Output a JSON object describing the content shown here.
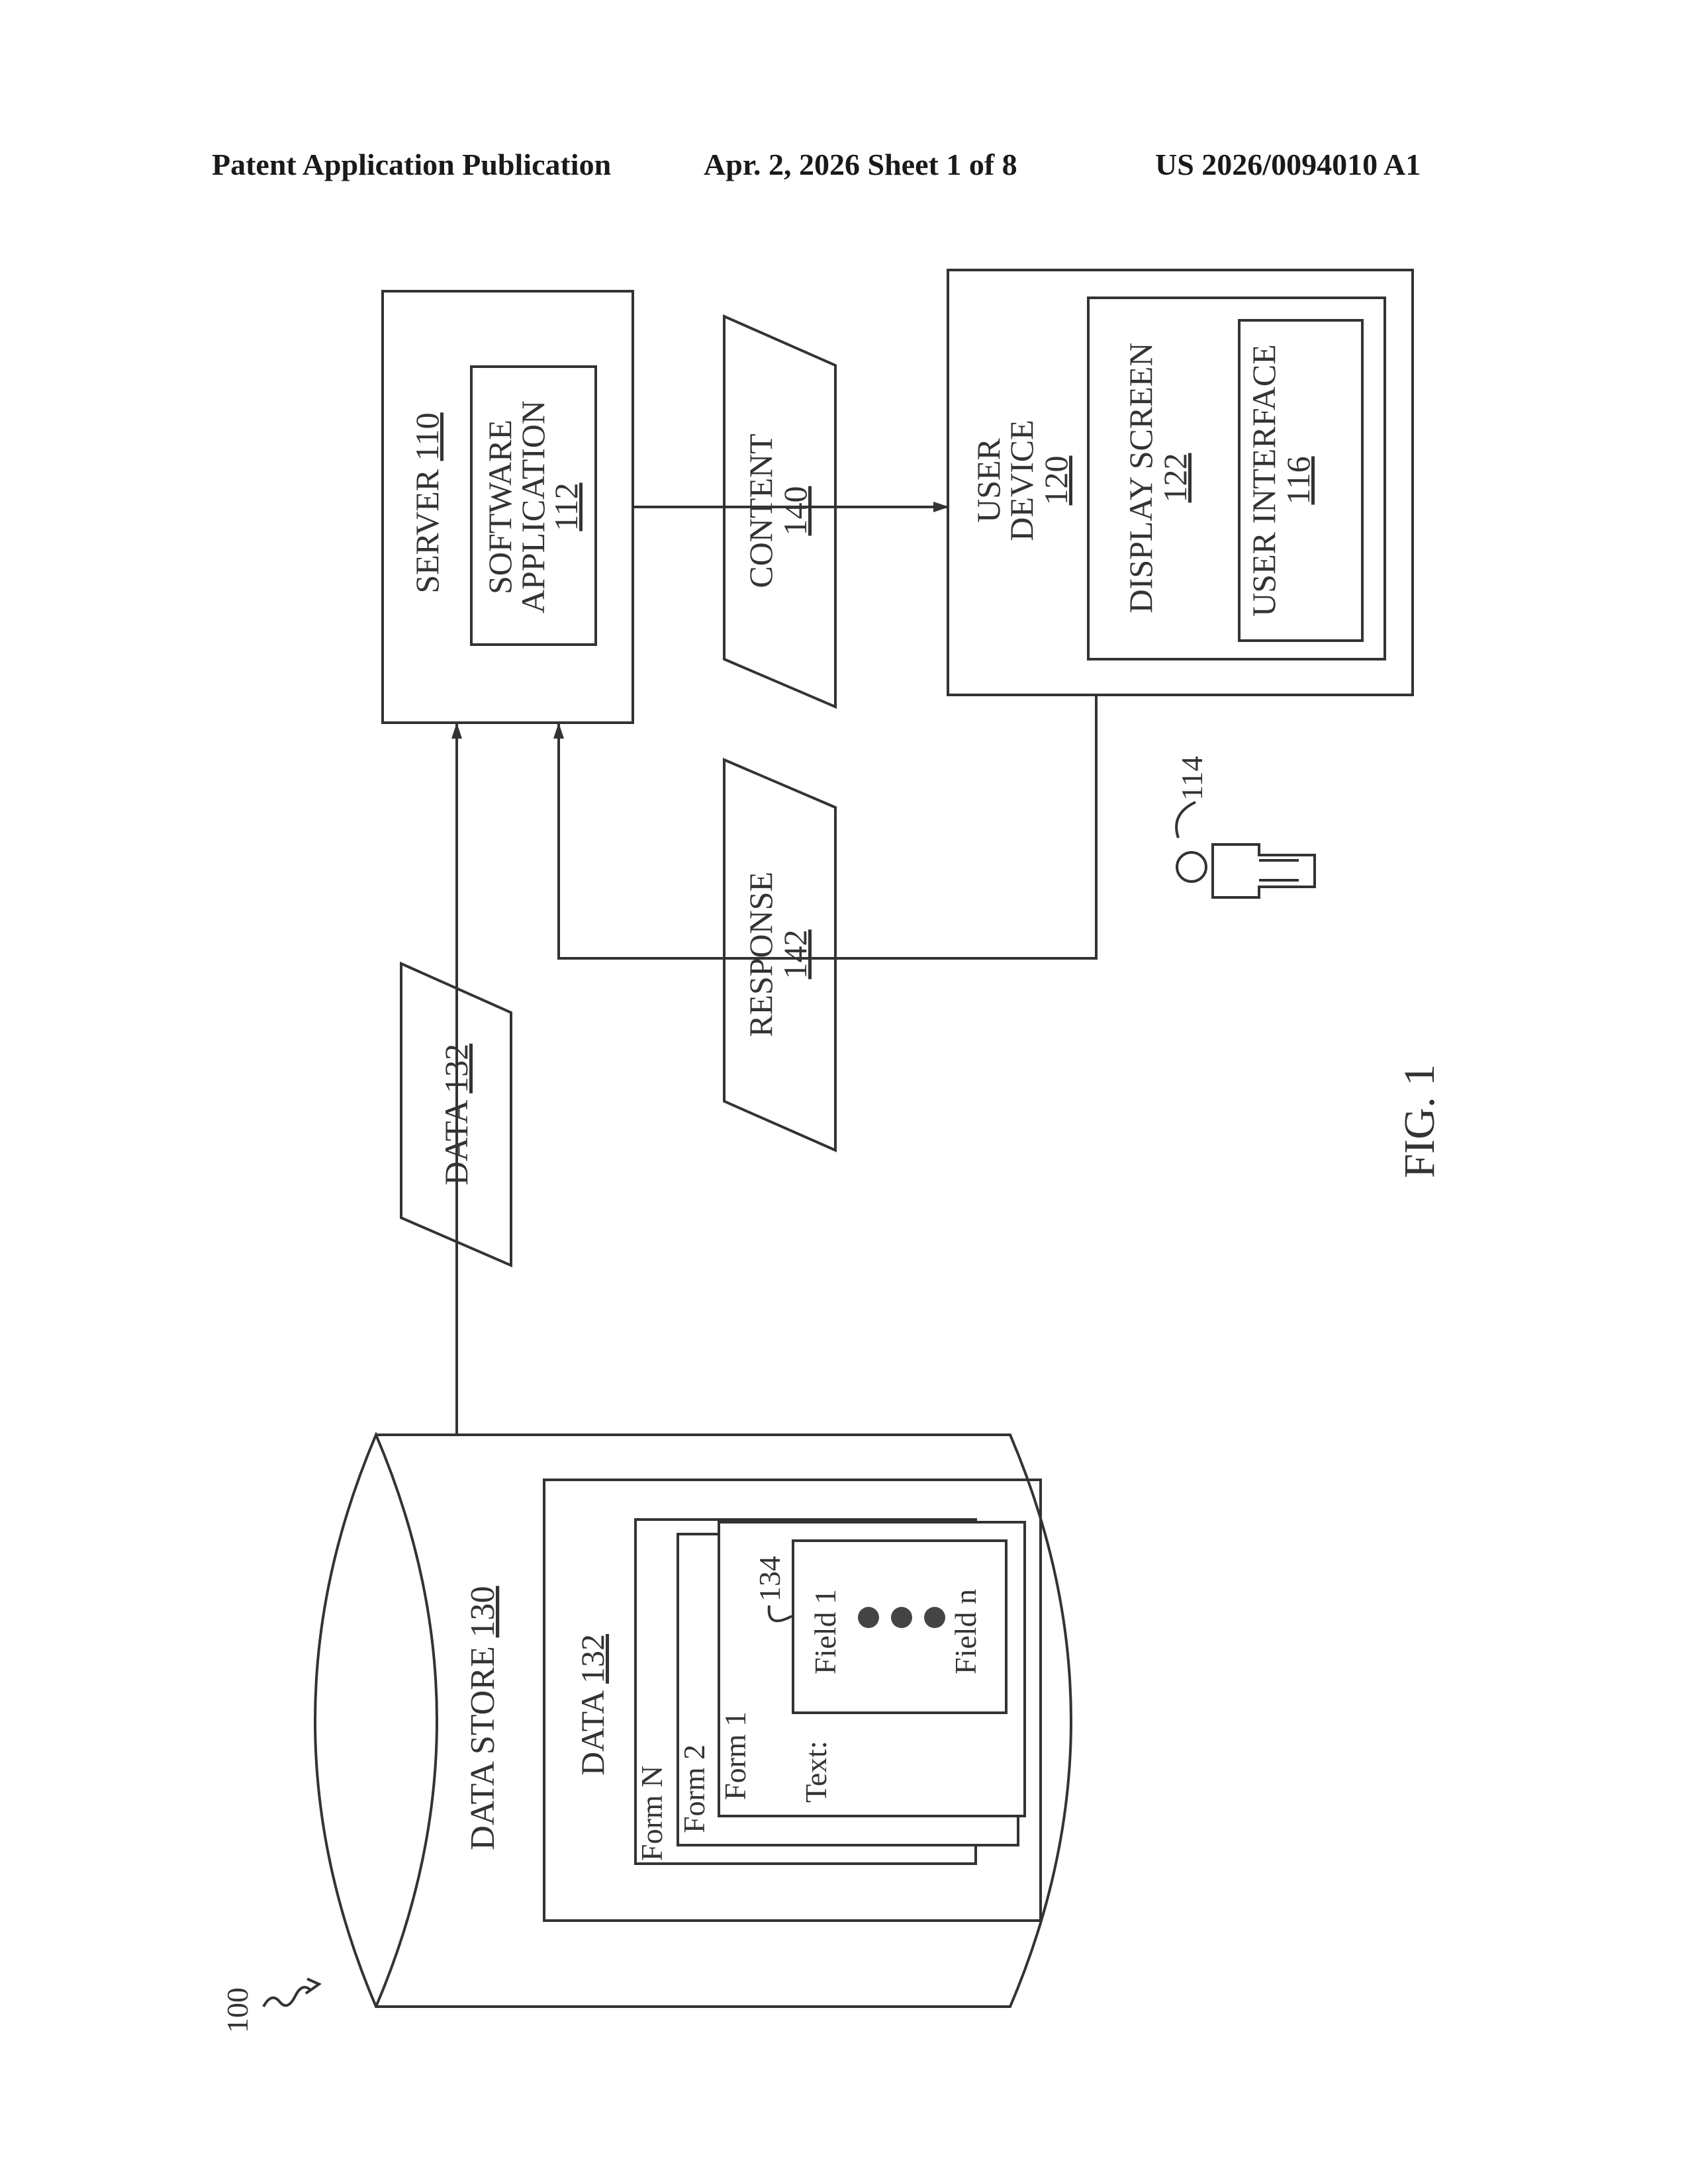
{
  "header": {
    "publication": "Patent Application Publication",
    "date_sheet": "Apr. 2, 2026   Sheet 1 of 8",
    "number": "US 2026/0094010 A1"
  },
  "figure": {
    "caption": "FIG. 1",
    "system_ref": "100",
    "server": {
      "name": "SERVER",
      "ref": "110"
    },
    "software_application": {
      "line1": "SOFTWARE",
      "line2": "APPLICATION",
      "ref": "112"
    },
    "content": {
      "name": "CONTENT",
      "ref": "140"
    },
    "response": {
      "name": "RESPONSE",
      "ref": "142"
    },
    "data_flow": {
      "name": "DATA",
      "ref": "132"
    },
    "user_device": {
      "line1": "USER",
      "line2": "DEVICE",
      "ref": "120"
    },
    "display_screen": {
      "name": "DISPLAY SCREEN",
      "ref": "122"
    },
    "user_interface": {
      "name": "USER INTERFACE",
      "ref": "116"
    },
    "user_ref": "114",
    "data_store": {
      "name": "DATA STORE",
      "ref": "130"
    },
    "data_store_data": {
      "name": "DATA",
      "ref": "132"
    },
    "forms": {
      "form_n": "Form N",
      "form_2": "Form 2",
      "form_1": "Form 1",
      "text_label": "Text:"
    },
    "fields": {
      "field_1": "Field 1",
      "field_n": "Field n",
      "ref": "134"
    }
  },
  "colors": {
    "line": "#333333",
    "text": "#333333",
    "background": "#ffffff"
  }
}
